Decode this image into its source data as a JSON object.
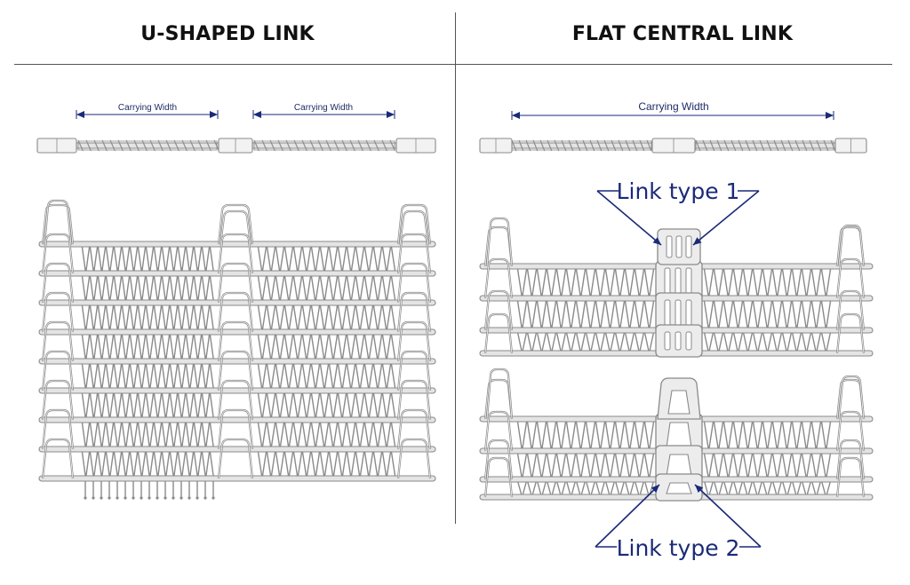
{
  "panels": {
    "left": {
      "title": "U-SHAPED LINK",
      "carrying_width_left": "Carrying Width",
      "carrying_width_right": "Carrying Width"
    },
    "right": {
      "title": "FLAT CENTRAL LINK",
      "carrying_width": "Carrying Width",
      "callout_top": "Link type 1",
      "callout_bottom": "Link type 2"
    }
  },
  "colors": {
    "annotation": "#1a2a78",
    "metal_stroke": "#8a8a8a",
    "metal_fill": "#e4e4e4",
    "divider": "#555555"
  }
}
